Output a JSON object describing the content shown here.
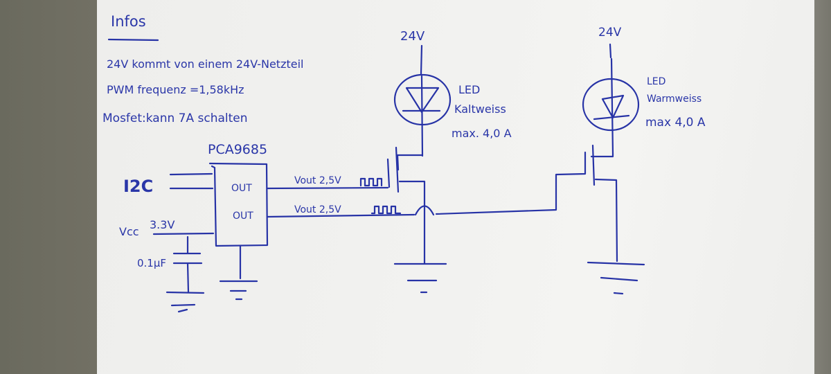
{
  "ink_color": "#2733a6",
  "paper_color": "#f1f1ef",
  "background_color": "#6f6d62",
  "infos": {
    "title": "Infos",
    "lines": [
      "24V kommt von einem 24V-Netzteil",
      "PWM frequenz =1,58kHz",
      "Mosfet:kann 7A schalten"
    ]
  },
  "controller": {
    "name": "PCA9685",
    "bus_label": "I2C",
    "outputs": [
      "OUT",
      "OUT"
    ],
    "supply_label": "Vcc",
    "supply_voltage": "3.3V",
    "capacitor_value": "0.1µF"
  },
  "signals": [
    {
      "label": "Vout 2,5V",
      "waveform": "pwm"
    },
    {
      "label": "Vout 2,5V",
      "waveform": "pwm"
    }
  ],
  "leds": [
    {
      "supply": "24V",
      "title": "LED",
      "type": "Kaltweiss",
      "rating": "max. 4,0 A"
    },
    {
      "supply": "24V",
      "title": "LED",
      "type": "Warmweiss",
      "rating": "max 4,0 A"
    }
  ]
}
